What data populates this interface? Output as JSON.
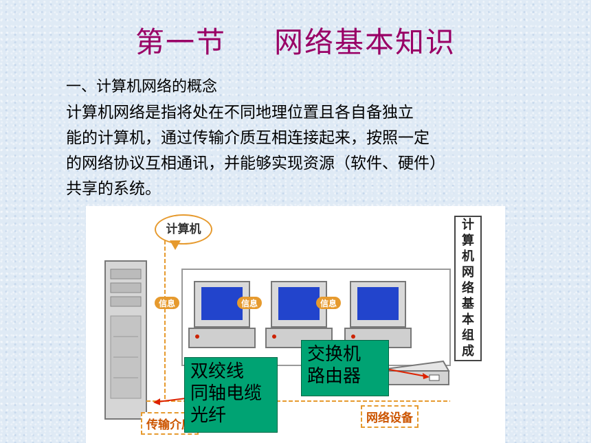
{
  "slide": {
    "title_part1": "第一节",
    "title_part2": "网络基本知识",
    "heading": "一、计算机网络的概念",
    "paragraph_lines": [
      "计算机网络是指将处在不同地理位置且各自备独立",
      "能的计算机，通过传输介质互相连接起来，按照一定",
      "的网络协议互相通讯，并能够实现资源（软件、硬件）",
      "共享的系统。"
    ]
  },
  "figure": {
    "computer_bubble": "计算机",
    "vertical_caption": [
      "计",
      "算",
      "机",
      "网",
      "络",
      "基",
      "本",
      "组",
      "成"
    ],
    "info_tags": [
      "信息",
      "信息",
      "信息"
    ],
    "media_label": "传输介质",
    "device_label": "网络设备",
    "media_box": [
      "双绞线",
      "同轴电缆",
      "光纤"
    ],
    "device_box": [
      "交换机",
      "路由器"
    ]
  },
  "colors": {
    "title": "#990066",
    "box_green": "#00a373",
    "accent_orange": "#e69a2e",
    "arrow_red": "#dd2200"
  }
}
